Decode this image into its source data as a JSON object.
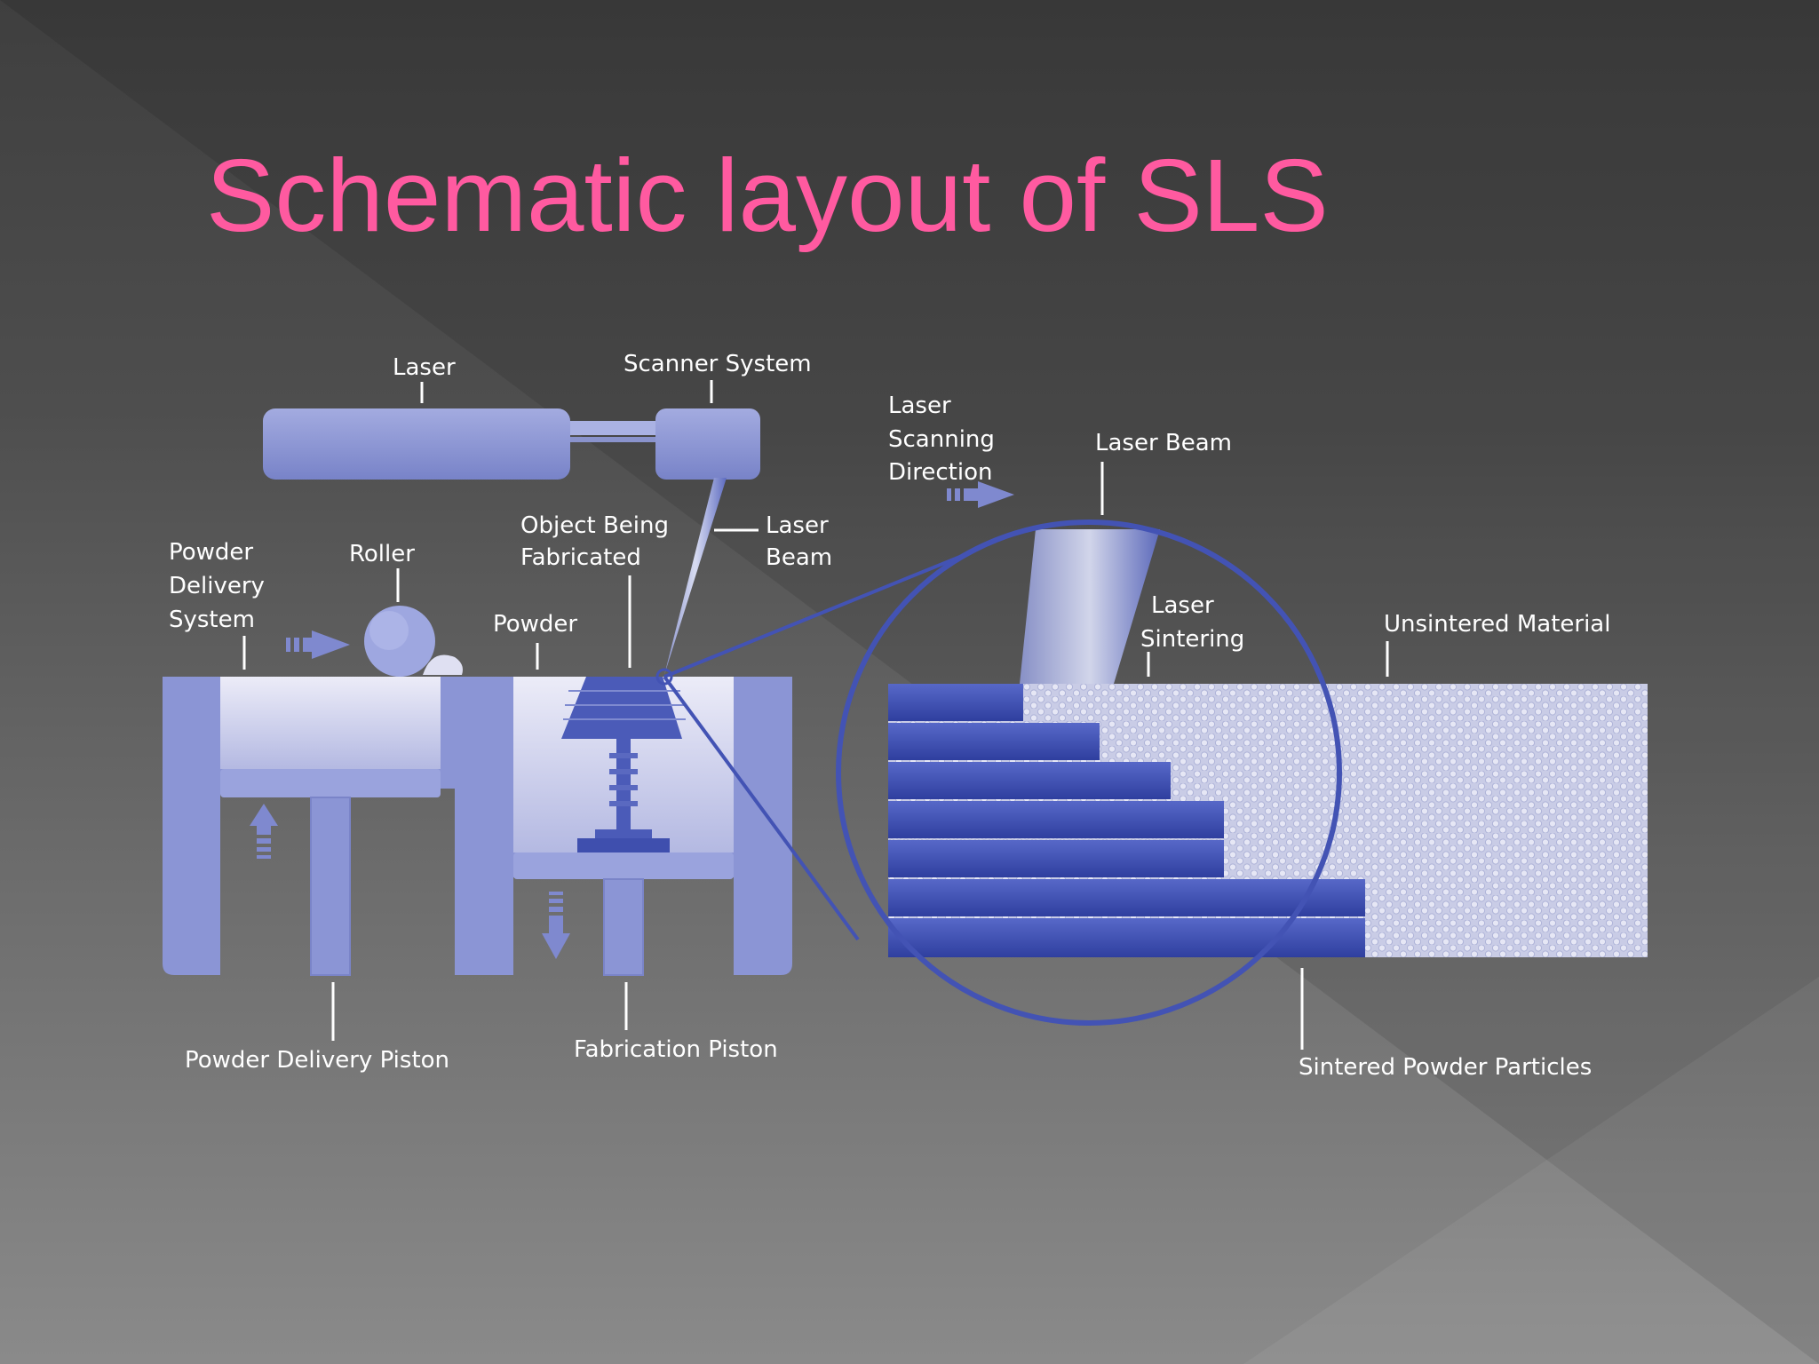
{
  "slide": {
    "title": "Schematic layout of SLS",
    "title_color": "#ff5aa0",
    "accent_color": "#5b6cc4"
  },
  "diagram": {
    "labels": {
      "laser": "Laser",
      "scanner_system": "Scanner System",
      "powder_delivery_system": [
        "Powder",
        "Delivery",
        "System"
      ],
      "roller": "Roller",
      "object_being_fabricated": [
        "Object Being",
        "Fabricated"
      ],
      "laser_beam_left": [
        "Laser",
        "Beam"
      ],
      "powder": "Powder",
      "powder_delivery_piston": "Powder Delivery Piston",
      "fabrication_piston": "Fabrication Piston",
      "laser_scanning_direction": [
        "Laser",
        "Scanning",
        "Direction"
      ],
      "laser_beam_right": "Laser Beam",
      "laser_sintering": [
        "Laser",
        "Sintering"
      ],
      "unsintered_material": "Unsintered Material",
      "sintered_powder_particles": "Sintered Powder Particles"
    },
    "colors": {
      "machine": "#8e98d6",
      "powder_light": "#dfe0f2",
      "sintered": "#3d4fb0",
      "magnifier": "#4353b4"
    }
  }
}
